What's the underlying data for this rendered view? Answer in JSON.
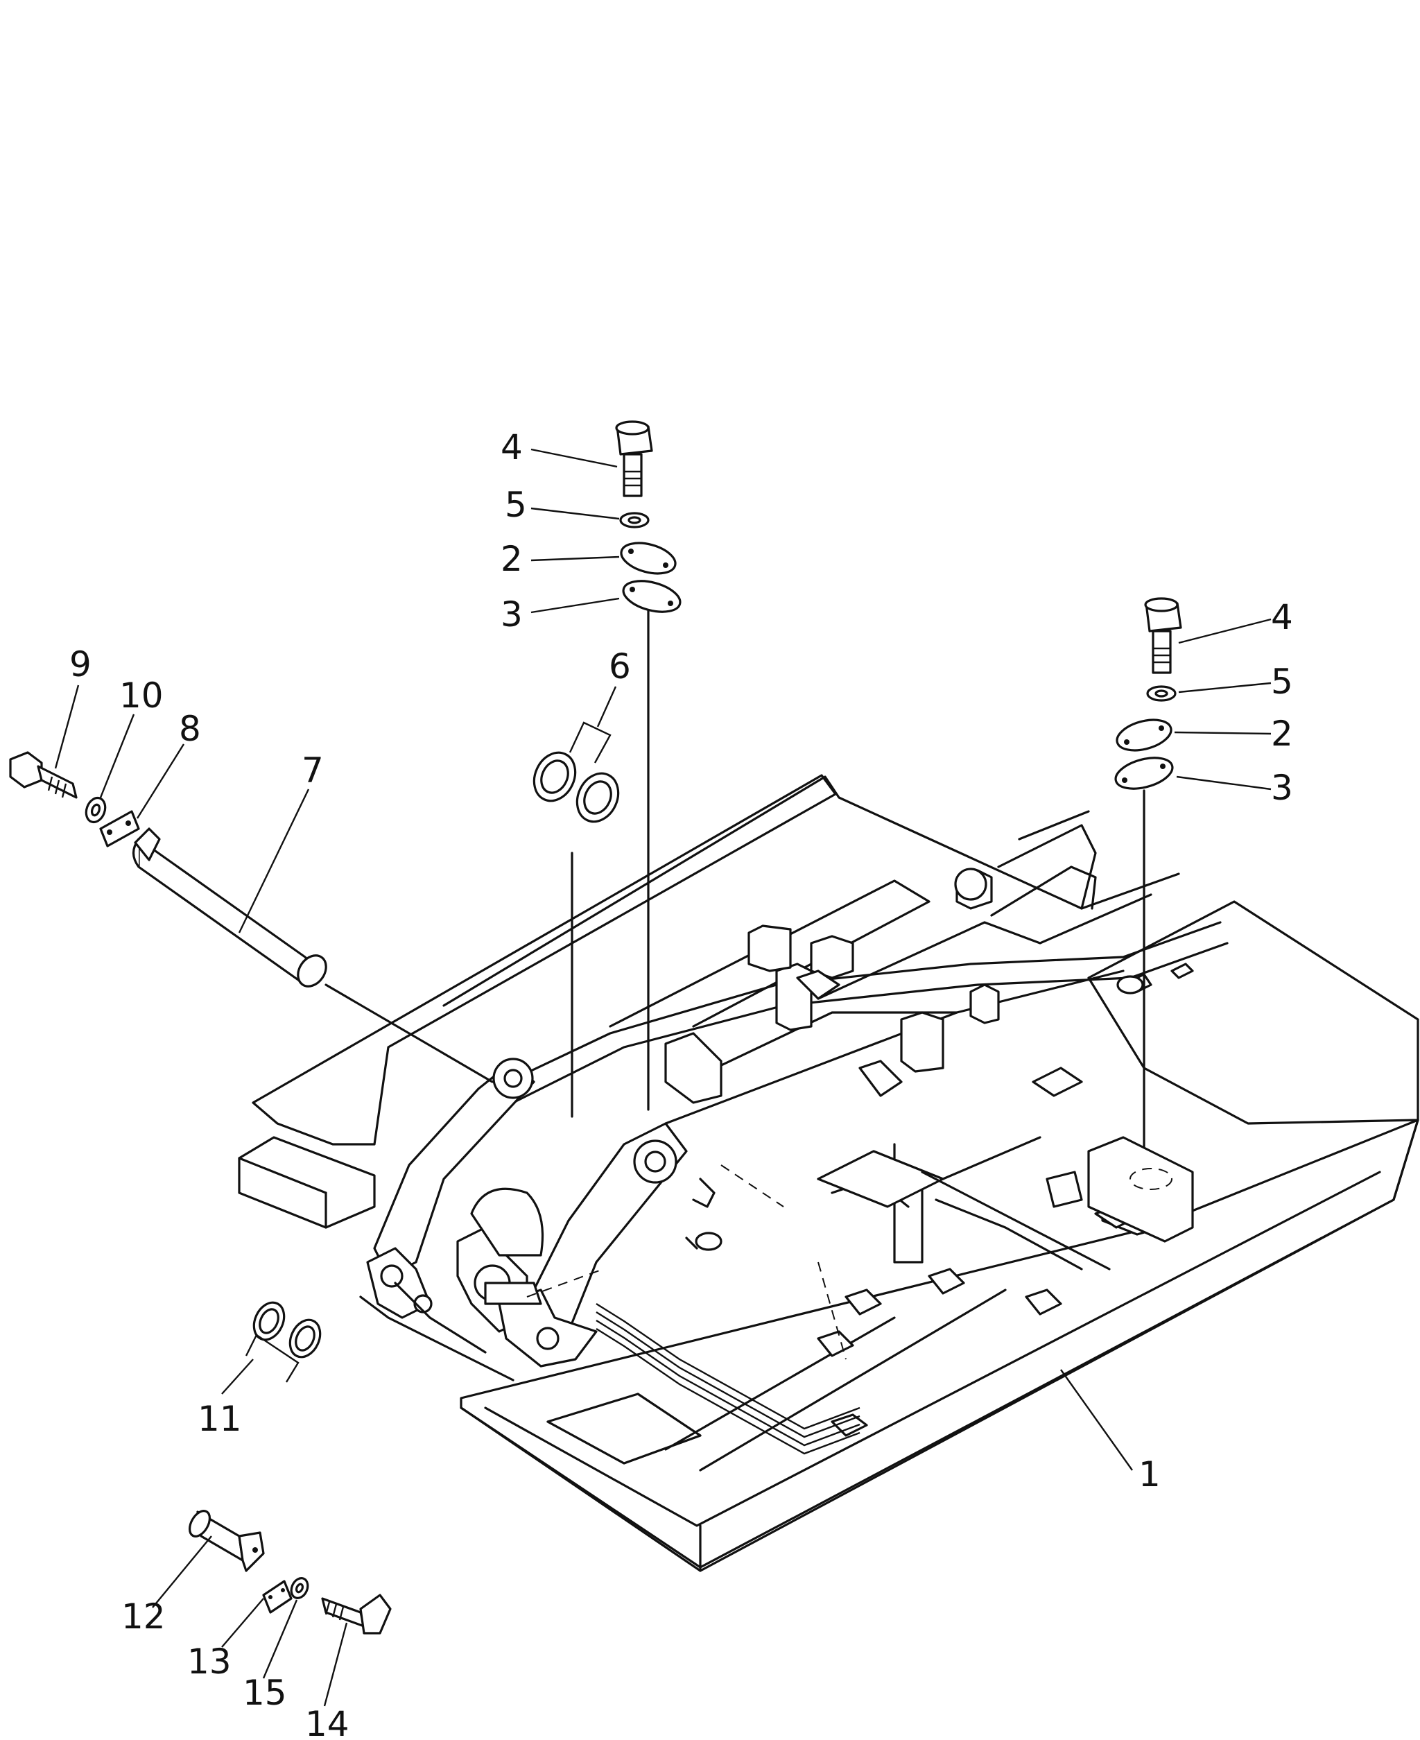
{
  "part_labels": {
    "p1": "1",
    "p2": "2",
    "p3": "3",
    "p4": "4",
    "p5": "5",
    "p6": "6",
    "p7": "7",
    "p8": "8",
    "p9": "9",
    "p10": "10",
    "p11": "11",
    "p12": "12",
    "p13": "13",
    "p14": "14",
    "p15": "15"
  }
}
